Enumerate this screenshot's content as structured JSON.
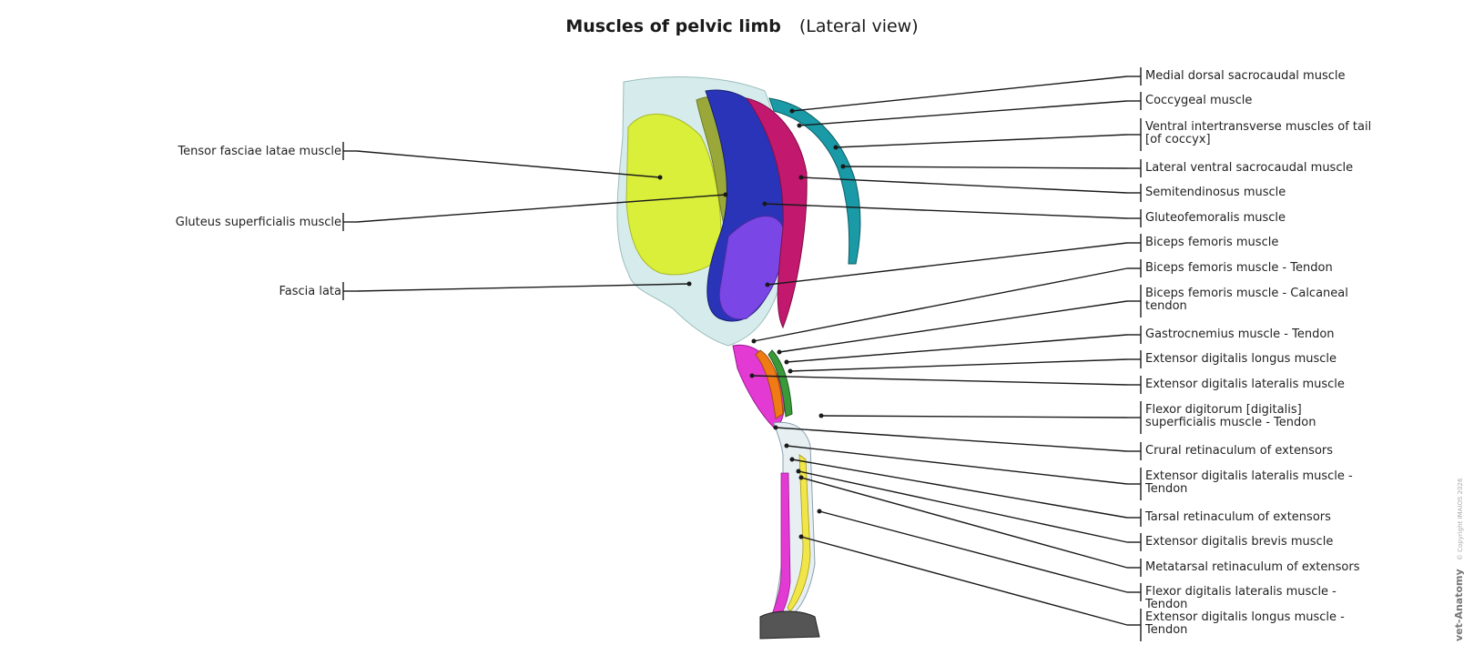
{
  "title": "Muscles of pelvic limb",
  "subtitle": "(Lateral view)",
  "labels_left": [
    {
      "id": "tensor",
      "text": "Tensor fasciae latae muscle"
    },
    {
      "id": "gluteus-sup",
      "text": "Gluteus superficialis muscle"
    },
    {
      "id": "fascia",
      "text": "Fascia lata"
    }
  ],
  "labels_right": [
    {
      "id": "medial-dorsal",
      "text": "Medial dorsal sacrocaudal muscle"
    },
    {
      "id": "coccygeal",
      "text": "Coccygeal muscle"
    },
    {
      "id": "ventral-intertrans",
      "text": "Ventral intertransverse muscles of tail [of coccyx]"
    },
    {
      "id": "lateral-ventral",
      "text": "Lateral ventral sacrocaudal muscle"
    },
    {
      "id": "semitendinosus",
      "text": "Semitendinosus muscle"
    },
    {
      "id": "gluteofemoralis",
      "text": "Gluteofemoralis muscle"
    },
    {
      "id": "biceps",
      "text": "Biceps femoris muscle"
    },
    {
      "id": "biceps-tendon",
      "text": "Biceps femoris muscle - Tendon"
    },
    {
      "id": "biceps-calcaneal",
      "text": "Biceps femoris muscle - Calcaneal tendon"
    },
    {
      "id": "gastrocnemius-tendon",
      "text": "Gastrocnemius muscle - Tendon"
    },
    {
      "id": "ext-dig-longus",
      "text": "Extensor digitalis longus muscle"
    },
    {
      "id": "ext-dig-lateralis",
      "text": "Extensor digitalis lateralis muscle"
    },
    {
      "id": "flexor-sup-tendon",
      "text": "Flexor digitorum [digitalis] superficialis muscle - Tendon"
    },
    {
      "id": "crural-ret",
      "text": "Crural retinaculum of extensors"
    },
    {
      "id": "ext-dig-lat-tendon",
      "text": "Extensor digitalis lateralis muscle - Tendon"
    },
    {
      "id": "tarsal-ret",
      "text": "Tarsal retinaculum of extensors"
    },
    {
      "id": "ext-dig-brevis",
      "text": "Extensor digitalis brevis muscle"
    },
    {
      "id": "metatarsal-ret",
      "text": "Metatarsal retinaculum of extensors"
    },
    {
      "id": "flexor-lat-tendon",
      "text": "Flexor digitalis lateralis muscle - Tendon"
    },
    {
      "id": "ext-dig-longus-tendon",
      "text": "Extensor digitalis longus muscle - Tendon"
    }
  ],
  "watermark": {
    "brand": "vet-Anatomy",
    "copyright": "© Copyright IMAIOS 2026"
  },
  "colors": {
    "tensor": "#d9ef3a",
    "gluteus": "#9aa83a",
    "biceps_dark": "#1f2fa8",
    "biceps_light": "#7a3fe0",
    "semitendinosus": "#c2186e",
    "tail": "#1a9aa6",
    "fascia": "#cfe6e6",
    "leg_magenta": "#e23ad2",
    "orange": "#f07a14",
    "green": "#3a9a3a",
    "hoof": "#555555",
    "leader": "#1a1a1a"
  }
}
